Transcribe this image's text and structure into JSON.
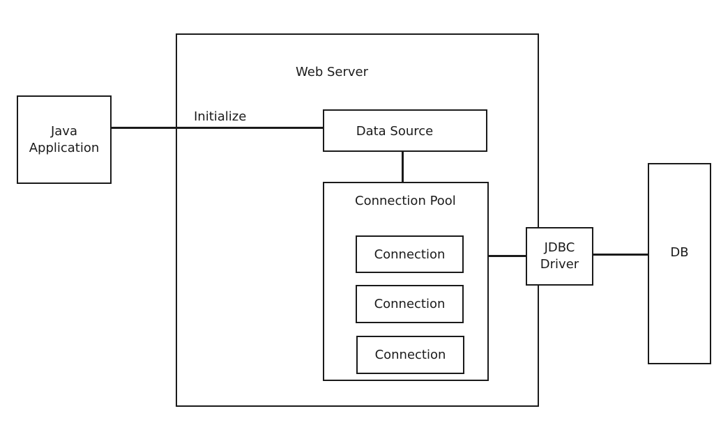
{
  "diagram": {
    "java_app": {
      "line1": "Java",
      "line2": "Application"
    },
    "web_server": {
      "title": "Web Server"
    },
    "initialize_label": "Initialize",
    "data_source": {
      "label": "Data Source"
    },
    "connection_pool": {
      "title": "Connection Pool",
      "connections": [
        "Connection",
        "Connection",
        "Connection"
      ]
    },
    "jdbc_driver": {
      "line1": "JDBC",
      "line2": "Driver"
    },
    "db": {
      "label": "DB"
    }
  }
}
